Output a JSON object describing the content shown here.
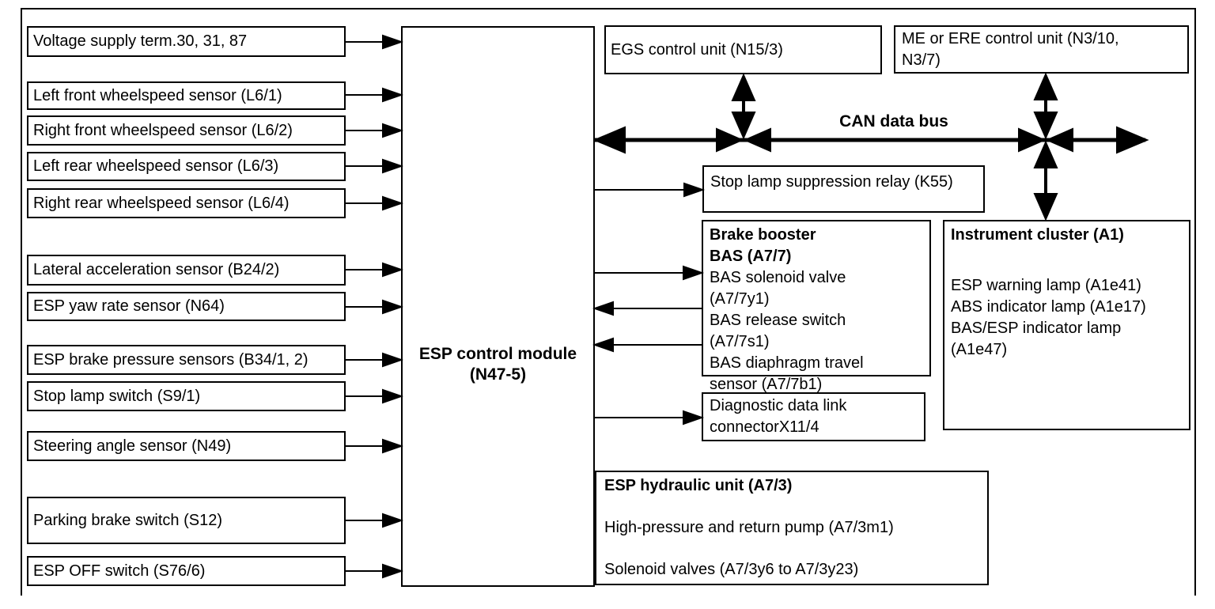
{
  "colors": {
    "line": "#000000",
    "background": "#ffffff"
  },
  "inputs": [
    {
      "label": "Voltage supply term.30, 31, 87"
    },
    {
      "label": "Left front wheelspeed sensor (L6/1)"
    },
    {
      "label": "Right front wheelspeed sensor (L6/2)"
    },
    {
      "label": "Left rear wheelspeed sensor (L6/3)"
    },
    {
      "label": "Right rear wheelspeed sensor (L6/4)"
    },
    {
      "label": "Lateral acceleration sensor (B24/2)"
    },
    {
      "label": "ESP yaw rate sensor (N64)"
    },
    {
      "label": "ESP brake pressure sensors (B34/1, 2)"
    },
    {
      "label": "Stop lamp switch (S9/1)"
    },
    {
      "label": "Steering angle sensor (N49)"
    },
    {
      "label": "Parking brake switch (S12)"
    },
    {
      "label": "ESP OFF switch (S76/6)"
    }
  ],
  "module": {
    "line1": "ESP control module",
    "line2": "(N47-5)"
  },
  "egs": {
    "label": "EGS control unit (N15/3)"
  },
  "me_ere": {
    "lines": [
      "ME or ERE control unit (N3/10,",
      "N3/7)"
    ]
  },
  "can_bus": {
    "label": "CAN data bus"
  },
  "relay": {
    "label": "Stop lamp suppression relay (K55)"
  },
  "brake_booster": {
    "title_lines": [
      "Brake booster",
      "BAS (A7/7)"
    ],
    "lines": [
      "BAS solenoid valve",
      "(A7/7y1)",
      "BAS release switch",
      "(A7/7s1)",
      "BAS diaphragm travel",
      "sensor (A7/7b1)"
    ]
  },
  "instrument_cluster": {
    "title": "Instrument cluster (A1)",
    "lines": [
      "ESP warning lamp (A1e41)",
      "ABS indicator lamp (A1e17)",
      "BAS/ESP indicator lamp",
      "(A1e47)"
    ]
  },
  "diagnostic": {
    "lines": [
      "Diagnostic data link",
      "connectorX11/4"
    ]
  },
  "hydraulic": {
    "title": "ESP hydraulic unit (A7/3)",
    "lines": [
      "High-pressure and return pump (A7/3m1)",
      "Solenoid valves (A7/3y6 to A7/3y23)"
    ]
  }
}
